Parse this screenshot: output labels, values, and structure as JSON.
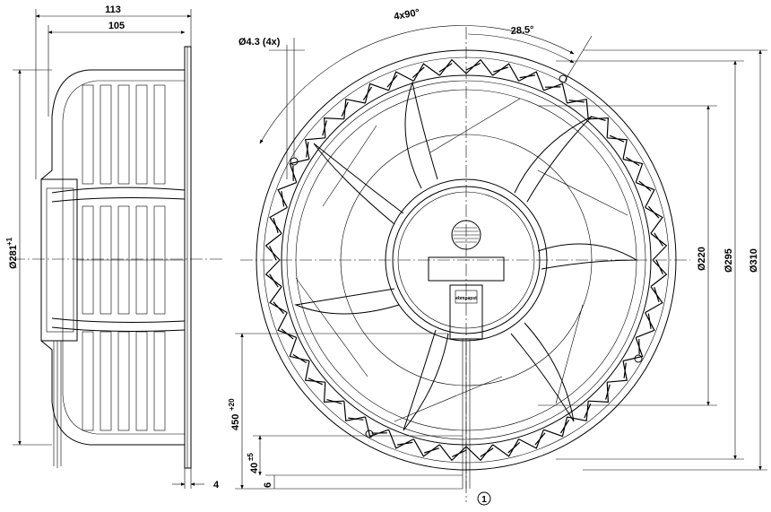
{
  "dimensions": {
    "total_depth": "113",
    "body_depth": "105",
    "flange_thickness": "4",
    "side_diameter": "Ø281",
    "side_diameter_tol": "+1",
    "hole_diameter": "Ø4.3 (4x)",
    "hole_pattern": "4x90°",
    "hole_angle": "28.5°",
    "bolt_circle": "Ø220",
    "ring_diameter": "Ø295",
    "outer_diameter": "Ø310",
    "cable_length": "450",
    "cable_length_tol": "+20",
    "strip_length": "40",
    "strip_length_tol": "±5",
    "wire_end": "6"
  },
  "callouts": {
    "cable": "1"
  },
  "connector_label": "ebmpapst"
}
